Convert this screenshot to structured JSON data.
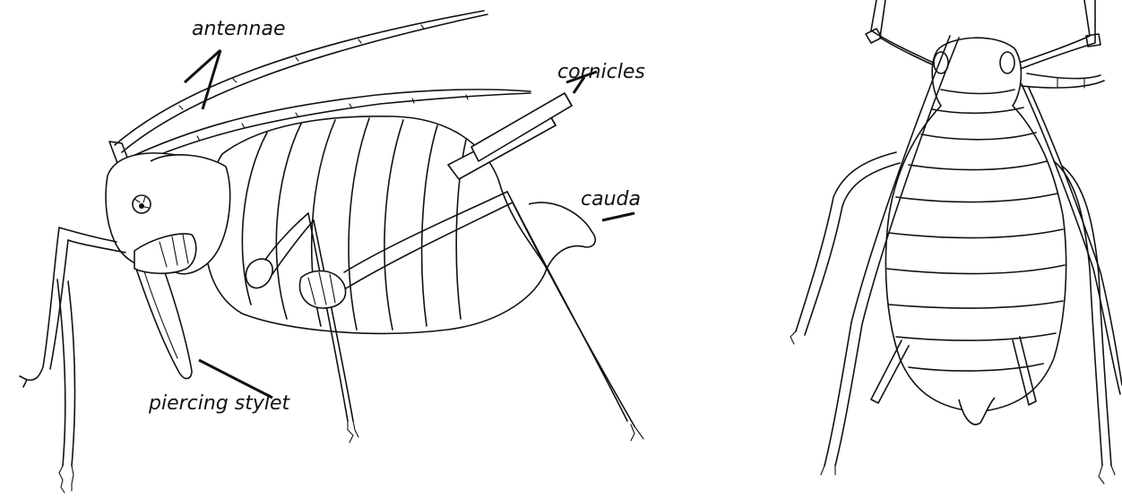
{
  "labels": {
    "antennae": "antennae",
    "cornicles": "cornicles",
    "cauda": "cauda",
    "piercing_stylet": "piercing stylet"
  }
}
